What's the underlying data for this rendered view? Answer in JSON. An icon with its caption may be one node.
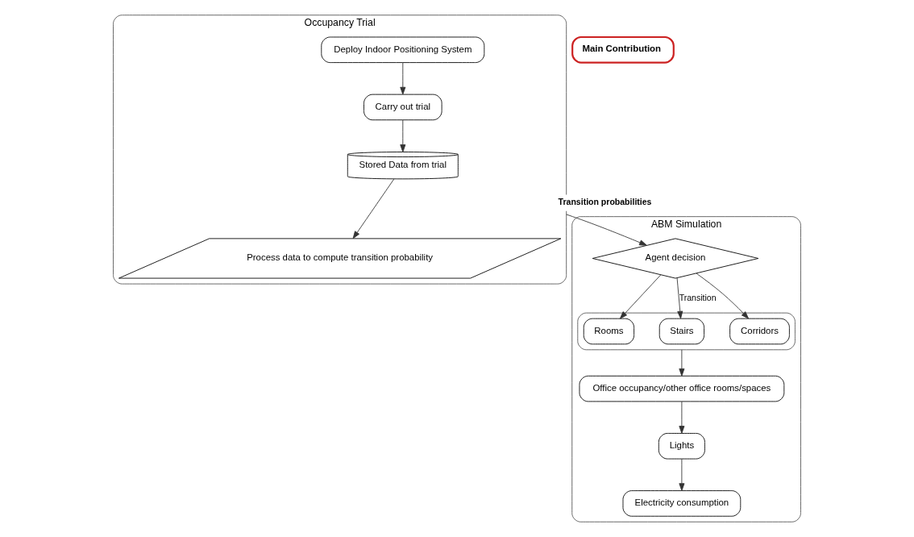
{
  "diagram": {
    "nodes": [
      {
        "text": [
          "Occupancy Trial"
        ]
      },
      {
        "text": [
          "Deploy Indoor Positioning System"
        ],
        "in": 0
      },
      {
        "text": [
          "Carry out trial"
        ],
        "in": 0
      },
      {
        "text": [
          "Stored Data from trial"
        ],
        "in": 0
      },
      {
        "text": [
          "Process data to compute transition probability"
        ],
        "in": 0
      },
      {
        "text": [
          "Main Contribution"
        ]
      },
      {
        "text": [
          "ABM Simulation"
        ]
      },
      {
        "text": [
          "Agent decision"
        ],
        "in": 6
      },
      {
        "text": [],
        "shape": "box",
        "in": 6
      },
      {
        "text": [
          "Rooms"
        ],
        "in": 8
      },
      {
        "text": [
          "Stairs"
        ],
        "in": 8
      },
      {
        "text": [
          "Corridors"
        ],
        "in": 8
      },
      {
        "text": [
          "Office occupancy/other office rooms/spaces"
        ],
        "in": 6
      },
      {
        "text": [
          "Lights"
        ],
        "in": 6
      },
      {
        "text": [
          "Electricity consumption"
        ],
        "in": 6
      }
    ],
    "edges": [
      {
        "from": 1,
        "to": 2,
        "arrow": "to"
      },
      {
        "from": 2,
        "to": 3,
        "arrow": "to"
      },
      {
        "from": 3,
        "to": 4,
        "arrow": "to"
      },
      {
        "from": 0,
        "to": 7,
        "arrow": "to",
        "label": "Transition probabilities"
      },
      {
        "from": 7,
        "to": 9,
        "arrow": "to"
      },
      {
        "from": 7,
        "to": 10,
        "arrow": "to",
        "label": "Transition"
      },
      {
        "from": 7,
        "to": 11,
        "arrow": "to"
      },
      {
        "from": 8,
        "to": 12,
        "arrow": "to"
      },
      {
        "from": 12,
        "to": 13,
        "arrow": "to"
      },
      {
        "from": 13,
        "to": 14,
        "arrow": "to"
      }
    ]
  }
}
